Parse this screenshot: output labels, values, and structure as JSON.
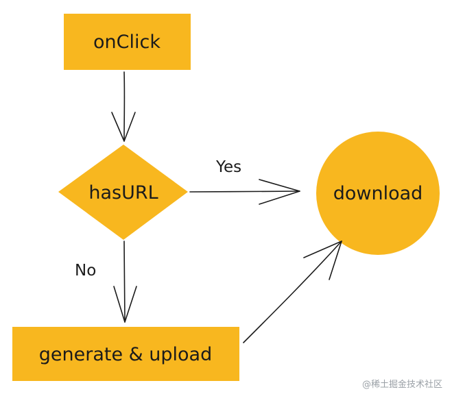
{
  "colors": {
    "node_fill": "#f8b71f",
    "stroke": "#1b1b1b",
    "text": "#1b1b1b",
    "watermark": "#9aa0a6"
  },
  "nodes": {
    "onclick": {
      "label": "onClick",
      "shape": "rectangle"
    },
    "has_url": {
      "label": "hasURL",
      "shape": "diamond"
    },
    "download": {
      "label": "download",
      "shape": "circle"
    },
    "generate_upload": {
      "label": "generate & upload",
      "shape": "rectangle"
    }
  },
  "edges": {
    "yes_label": "Yes",
    "no_label": "No"
  },
  "watermark": "@稀土掘金技术社区"
}
